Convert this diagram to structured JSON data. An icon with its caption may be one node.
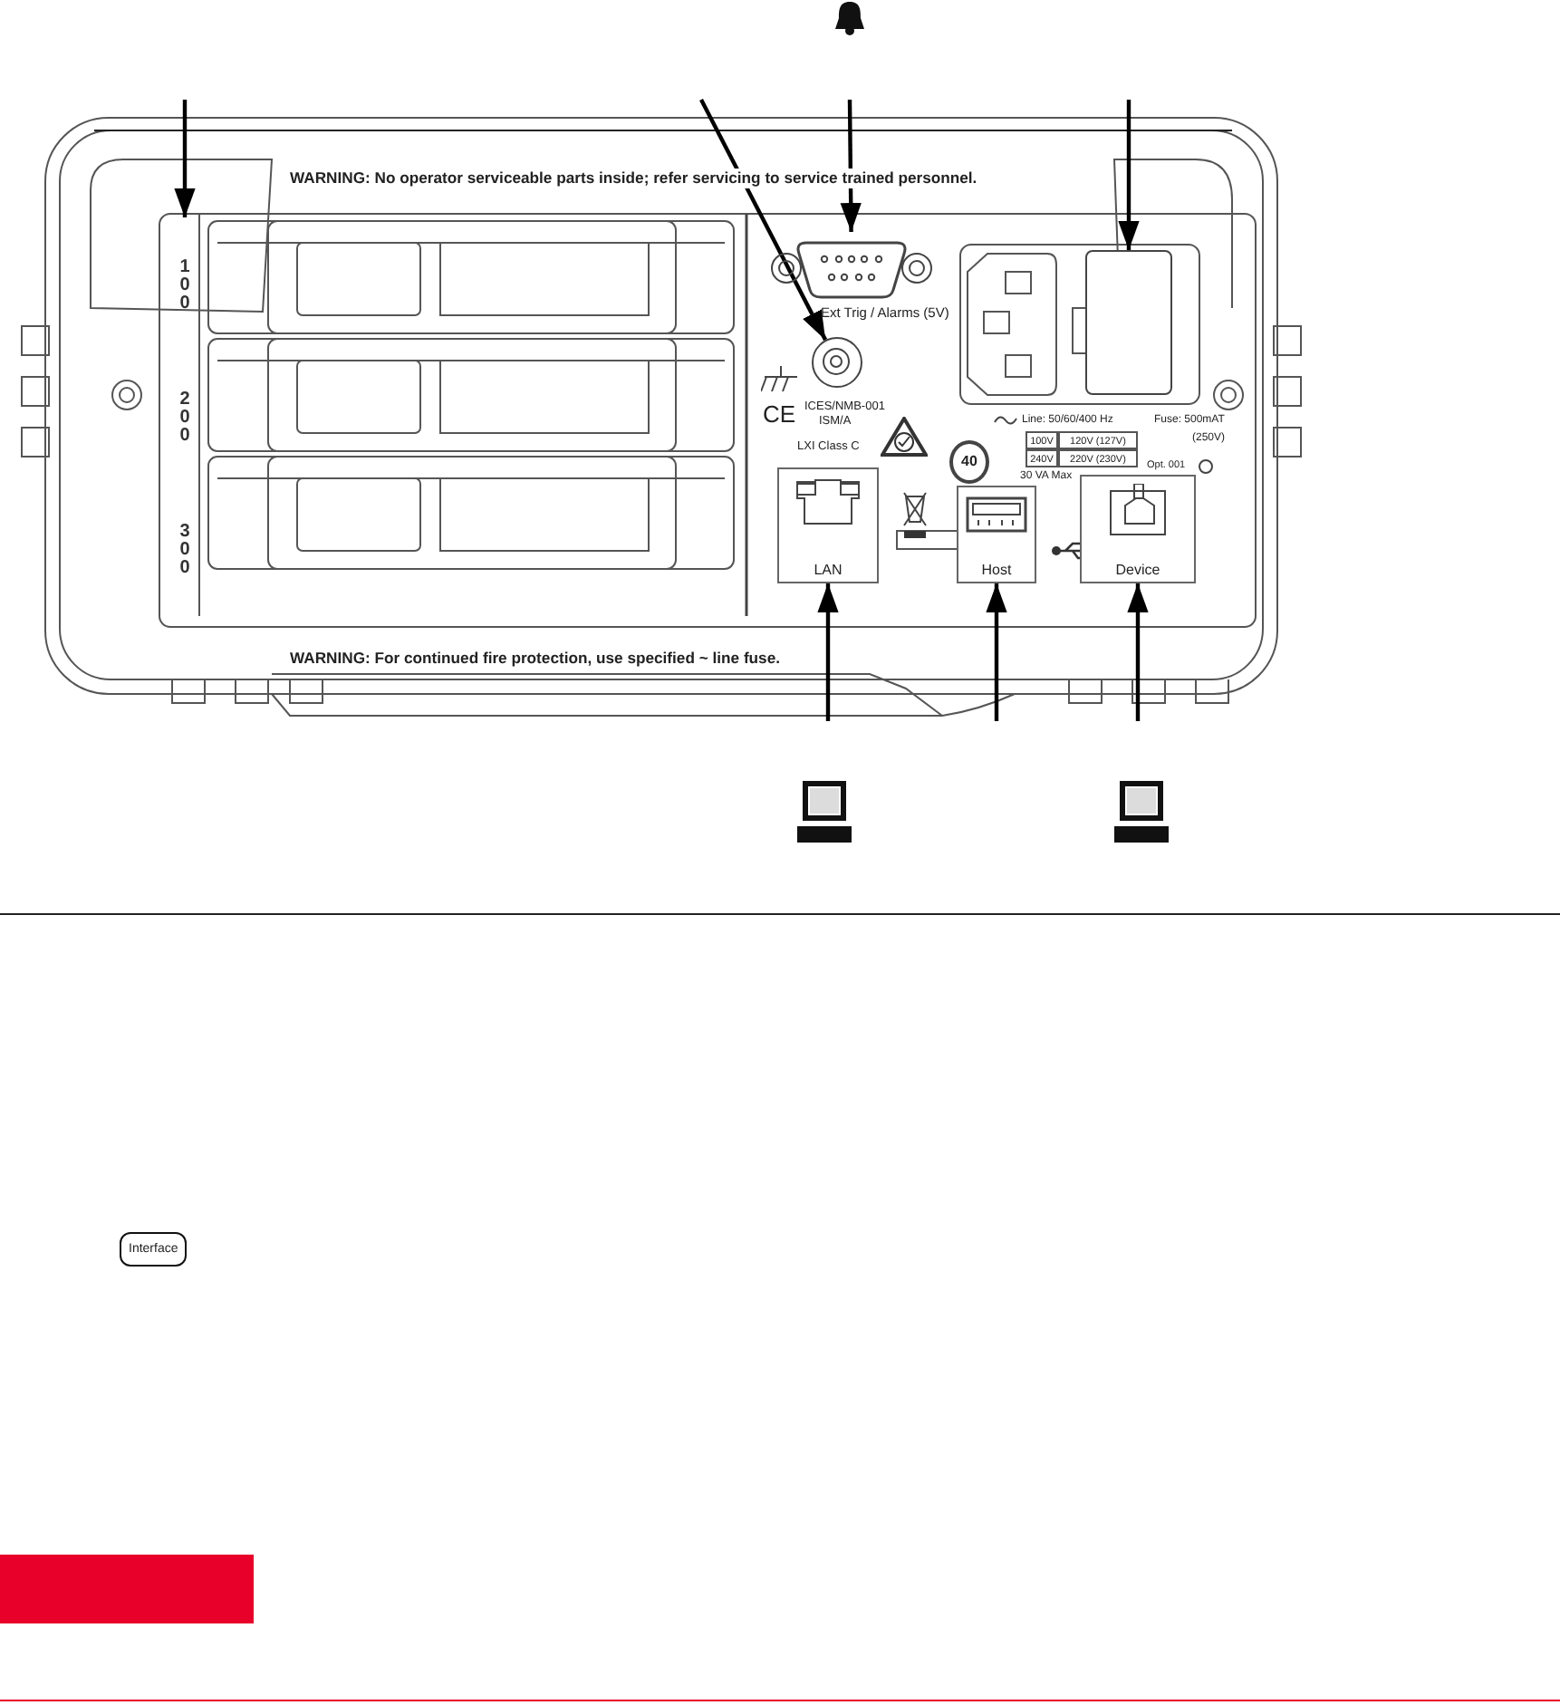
{
  "diagram": {
    "nodes": [
      {
        "text": [
          "100",
          "200",
          "300"
        ]
      },
      {
        "text": [],
        "shape": "circle"
      },
      {
        "text": [],
        "shape": "box",
        "beside": [
          "Ext Trig / Alarms (5V)"
        ]
      },
      {
        "text": [],
        "shape": "box"
      },
      {
        "text": [
          "LAN"
        ]
      },
      {
        "text": [
          "Host"
        ]
      },
      {
        "text": [
          "Device"
        ]
      }
    ],
    "edges": [
      {
        "from": null,
        "to": 0,
        "arrow": "to"
      },
      {
        "from": null,
        "to": 1,
        "arrow": "to"
      },
      {
        "from": null,
        "to": 2,
        "arrow": "to"
      },
      {
        "from": null,
        "to": 3,
        "arrow": "to"
      },
      {
        "from": null,
        "to": 4,
        "arrow": "to"
      },
      {
        "from": null,
        "to": 5,
        "arrow": "to"
      },
      {
        "from": null,
        "to": 6,
        "arrow": "to"
      }
    ],
    "labels": [
      "WARNING: No operator serviceable parts inside; refer servicing to service trained personnel.",
      "CE",
      "ICES/NMB-001",
      "ISM/A",
      "LXI Class C",
      "40",
      "Line: 50/60/400 Hz",
      "Fuse: 500mAT",
      "(250V)",
      "100V",
      "120V (127V)",
      "240V",
      "220V (230V)",
      "30 VA Max",
      "Opt. 001",
      "WARNING: For continued fire protection, use specified ~ line fuse.",
      "Interface"
    ]
  }
}
